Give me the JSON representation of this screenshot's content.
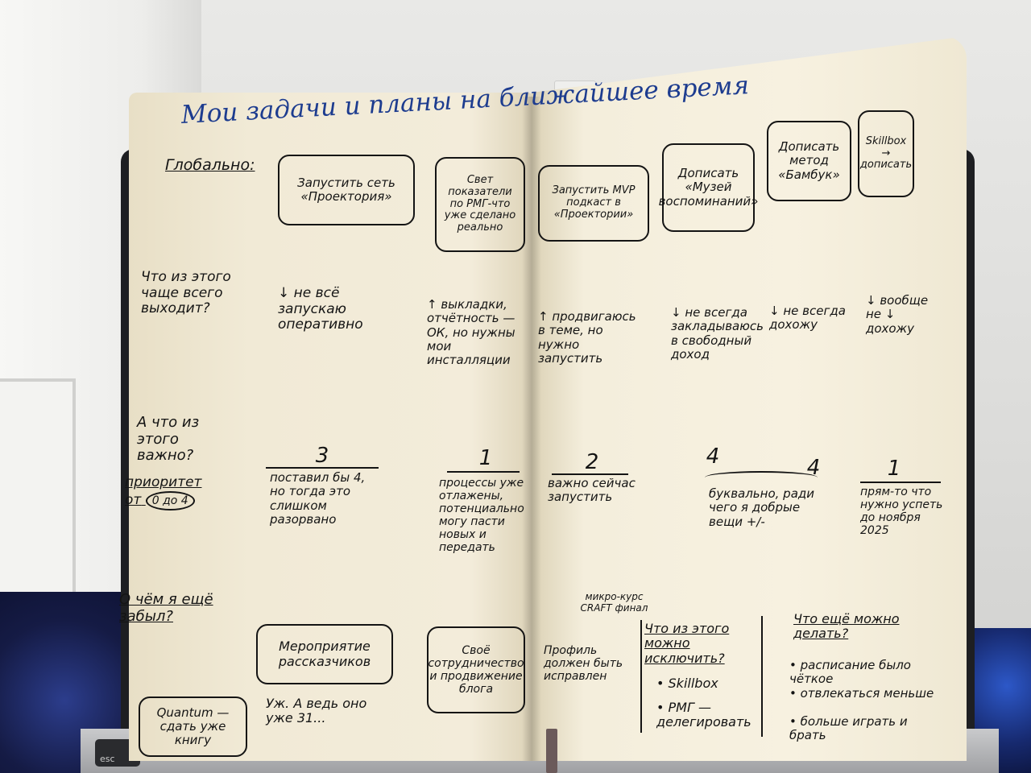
{
  "title": "Мои задачи и планы на ближайшее время",
  "row_labels": {
    "global": "Глобально:",
    "what_outcome": "Что из этого чаще всего выходит?",
    "what_matters": "А что из этого важно?",
    "priorities": "приоритет от",
    "priorities_range": "0 до 4",
    "what_forgot": "О чём я ещё забыл?"
  },
  "goals": [
    "Запустить сеть «Проектория»",
    "Свет показатели по РМГ-что уже сделано реально",
    "Запустить MVP подкаст в «Проектории»",
    "Дописать «Музей воспоминаний»",
    "Дописать метод «Бамбук»",
    "Skillbox → дописать"
  ],
  "outcomes": [
    "↓ не всё запускаю оперативно",
    "↑ выкладки, отчётность — ОК, но нужны мои инсталляции",
    "↑ продвигаюсь в теме, но нужно запустить",
    "↓ не всегда закладываюсь в свободный доход",
    "↓ не всегда дохожу",
    "↓ вообще не ↓ дохожу"
  ],
  "priorities": [
    {
      "value": "3",
      "note": "поставил бы 4, но тогда это слишком разорвано"
    },
    {
      "value": "1",
      "note": "процессы уже отлажены, потенциально могу пасти новых и передать"
    },
    {
      "value": "2",
      "note": "важно сейчас запустить"
    },
    {
      "value": "4",
      "note": "буквально, ради чего я добрые вещи +/-"
    },
    {
      "value": "4",
      "note": ""
    },
    {
      "value": "1",
      "note": "прям-то что нужно успеть до ноября 2025"
    }
  ],
  "forgot": {
    "events": "Мероприятие рассказчиков",
    "events_note": "Уж. А ведь оно уже 31...",
    "quantum": "Quantum — сдать уже книгу",
    "self": "Своё сотрудничество и продвижение блога",
    "profile": "Профиль должен быть исправлен",
    "craft": "микро-курс CRAFT финал",
    "exclude_title": "Что из этого можно исключить?",
    "exclude_items": [
      "• Skillbox",
      "• РМГ — делегировать"
    ],
    "improve_title": "Что ещё можно делать?",
    "improve_items": [
      "• расписание было чёткое",
      "• отвлекаться меньше",
      "• больше играть и брать"
    ]
  },
  "keyboard": {
    "esc": "esc"
  },
  "colors": {
    "ink": "#141414",
    "title_ink": "#1d3c8f",
    "paper": "#f3ecd8"
  }
}
